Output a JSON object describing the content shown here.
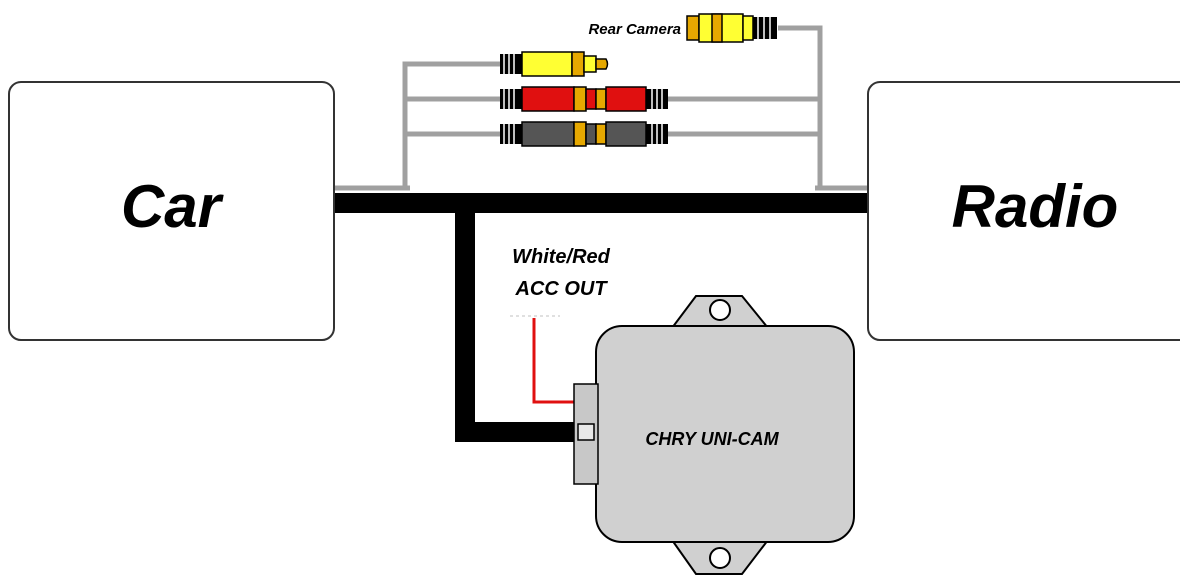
{
  "blocks": {
    "car_label": "Car",
    "radio_label": "Radio"
  },
  "module": {
    "label": "CHRY UNI-CAM"
  },
  "wire_label": {
    "line1": "White/Red",
    "line2": "ACC OUT",
    "color": "#e01010"
  },
  "rear_camera": {
    "label": "Rear Camera"
  },
  "rca_connectors": [
    {
      "name": "yellow",
      "body_color": "#ffff33"
    },
    {
      "name": "red",
      "body_color": "#e01010"
    },
    {
      "name": "gray",
      "body_color": "#555555"
    }
  ],
  "colors": {
    "harness": "#000000",
    "cable": "#a0a0a0",
    "module_fill": "#d0d0d0",
    "accent_gold": "#e6a800"
  }
}
